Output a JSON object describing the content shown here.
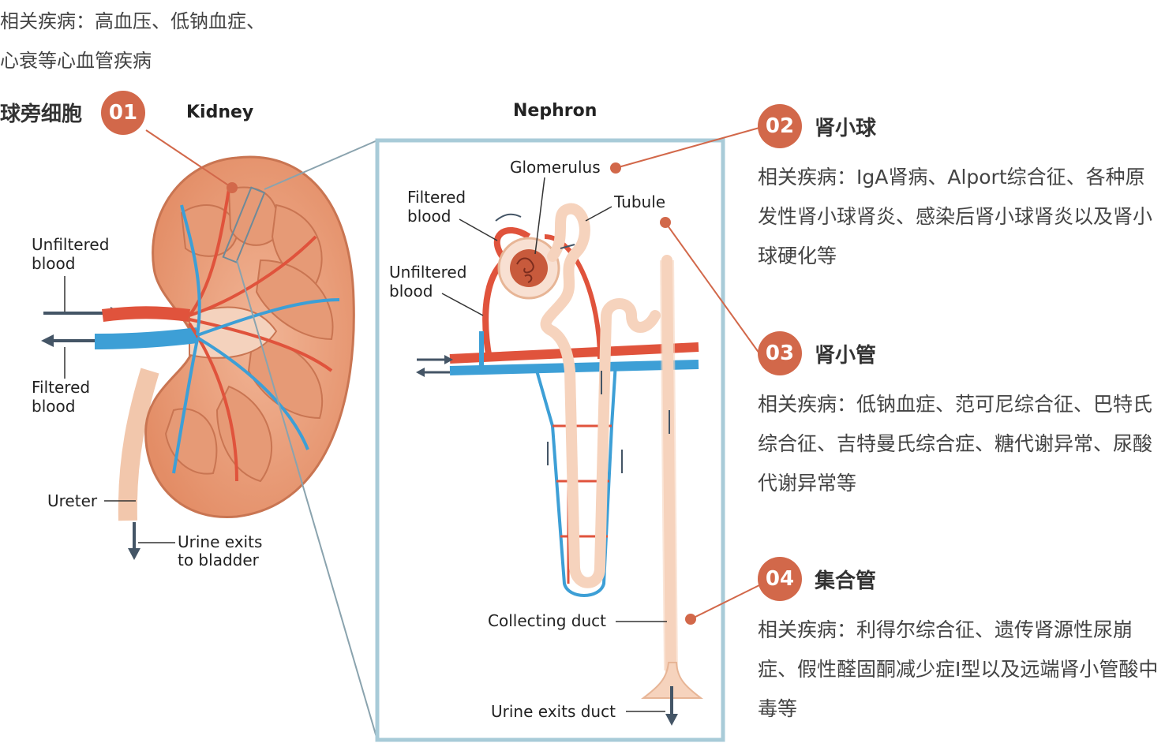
{
  "top_note": {
    "line1": "相关疾病：高血压、低钠血症、",
    "line2": "心衰等心血管疾病"
  },
  "items": [
    {
      "num": "01",
      "title": "球旁细胞"
    },
    {
      "num": "02",
      "title": "肾小球",
      "desc": "相关疾病：IgA肾病、Alport综合征、各种原发性肾小球肾炎、感染后肾小球肾炎以及肾小球硬化等"
    },
    {
      "num": "03",
      "title": "肾小管",
      "desc": "相关疾病：低钠血症、范可尼综合征、巴特氏综合征、吉特曼氏综合症、糖代谢异常、尿酸代谢异常等"
    },
    {
      "num": "04",
      "title": "集合管",
      "desc": "相关疾病：利得尔综合征、遗传肾源性尿崩症、假性醛固酮减少症I型以及远端肾小管酸中毒等"
    }
  ],
  "kidney": {
    "title": "Kidney",
    "unfiltered_blood_1": "Unfiltered",
    "unfiltered_blood_2": "blood",
    "filtered_blood_1": "Filtered",
    "filtered_blood_2": "blood",
    "ureter": "Ureter",
    "urine_exits_1": "Urine exits",
    "urine_exits_2": "to bladder"
  },
  "nephron": {
    "title": "Nephron",
    "glomerulus": "Glomerulus",
    "tubule": "Tubule",
    "filtered_blood_1": "Filtered",
    "filtered_blood_2": "blood",
    "unfiltered_blood_1": "Unfiltered",
    "unfiltered_blood_2": "blood",
    "collecting_duct": "Collecting duct",
    "urine_exits_duct": "Urine exits duct"
  },
  "colors": {
    "accent": "#d2684a",
    "artery": "#e0533c",
    "vein": "#3d9fd6",
    "kidney": "#e9a07e",
    "tubule": "#f6d3bd",
    "frame": "#a8cbd8"
  }
}
